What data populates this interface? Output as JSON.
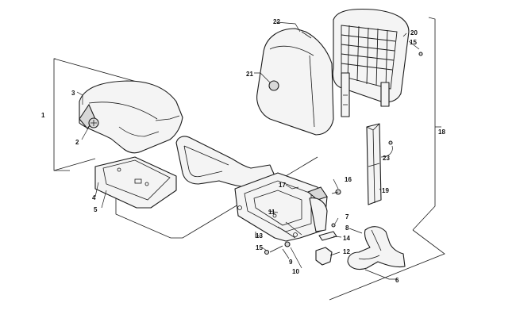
{
  "callouts": [
    {
      "id": "c1",
      "label": "1"
    },
    {
      "id": "c2",
      "label": "2"
    },
    {
      "id": "c3",
      "label": "3"
    },
    {
      "id": "c4",
      "label": "4"
    },
    {
      "id": "c5",
      "label": "5"
    },
    {
      "id": "c6",
      "label": "6"
    },
    {
      "id": "c7",
      "label": "7"
    },
    {
      "id": "c8",
      "label": "8"
    },
    {
      "id": "c9",
      "label": "9"
    },
    {
      "id": "c10",
      "label": "10"
    },
    {
      "id": "c11",
      "label": "11"
    },
    {
      "id": "c12",
      "label": "12"
    },
    {
      "id": "c13",
      "label": "13"
    },
    {
      "id": "c14",
      "label": "14"
    },
    {
      "id": "c15a",
      "label": "15"
    },
    {
      "id": "c15b",
      "label": "15"
    },
    {
      "id": "c16",
      "label": "16"
    },
    {
      "id": "c17",
      "label": "17"
    },
    {
      "id": "c18",
      "label": "18"
    },
    {
      "id": "c19",
      "label": "19"
    },
    {
      "id": "c20",
      "label": "20"
    },
    {
      "id": "c21",
      "label": "21"
    },
    {
      "id": "c22",
      "label": "22"
    },
    {
      "id": "c23",
      "label": "23"
    }
  ]
}
